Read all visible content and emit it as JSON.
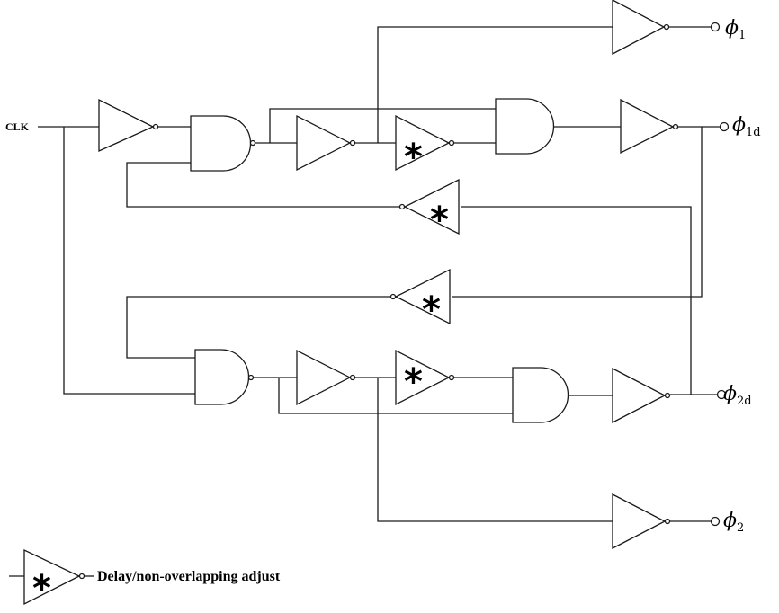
{
  "clock_input": {
    "label": "CLK"
  },
  "outputs": {
    "phi1": {
      "symbol": "ϕ",
      "subscript": "1"
    },
    "phi1d": {
      "symbol": "ϕ",
      "subscript": "1d"
    },
    "phi2d": {
      "symbol": "ϕ",
      "subscript": "2d"
    },
    "phi2": {
      "symbol": "ϕ",
      "subscript": "2"
    }
  },
  "delay_marker": "*",
  "legend": {
    "marker": "*",
    "text": "Delay/non-overlapping adjust"
  }
}
